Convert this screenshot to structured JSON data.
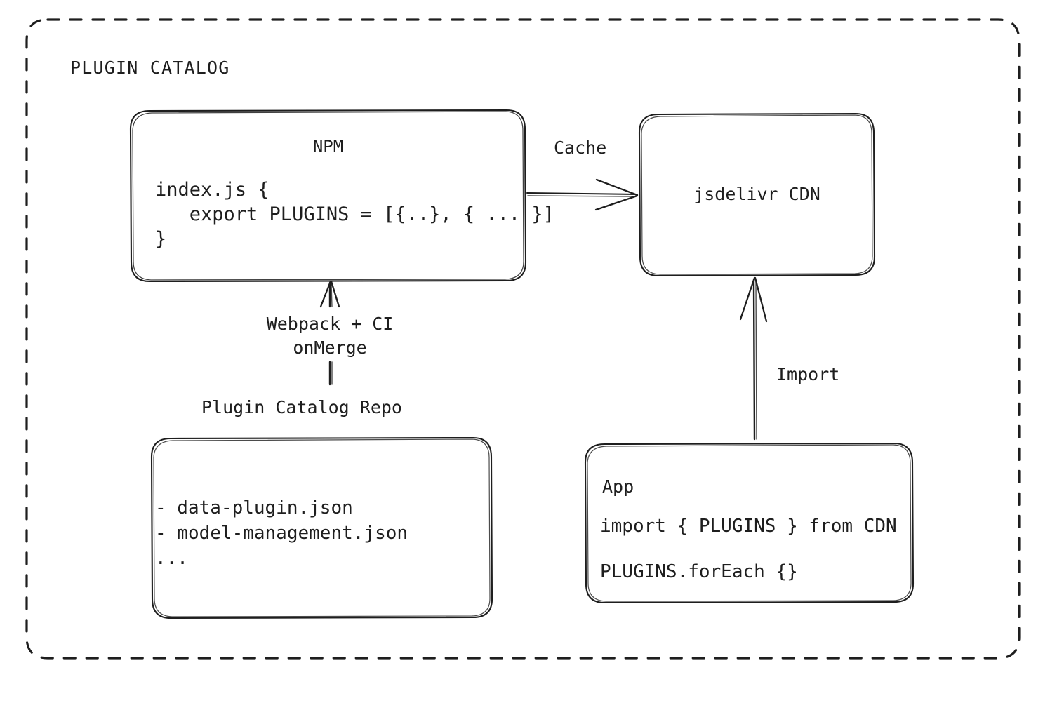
{
  "group": {
    "title": "PLUGIN CATALOG",
    "border_style": "dashed",
    "border_color": "#1e1e1e"
  },
  "nodes": {
    "npm": {
      "title": "NPM",
      "code_lines": [
        "index.js {",
        "   export PLUGINS = [{..}, { ... }]",
        "}"
      ],
      "code_text": "index.js {\n   export PLUGINS = [{..}, { ... }]\n}"
    },
    "cdn": {
      "title": "jsdelivr CDN"
    },
    "repo": {
      "caption": "Plugin Catalog Repo",
      "items": [
        "- data-plugin.json",
        "- model-management.json",
        "..."
      ],
      "items_text": "- data-plugin.json\n- model-management.json\n..."
    },
    "app": {
      "title": "App",
      "line_1": "import { PLUGINS } from CDN",
      "line_2": "PLUGINS.forEach {}"
    }
  },
  "edges": {
    "npm_to_cdn": {
      "label": "Cache",
      "direction": "right"
    },
    "repo_to_npm": {
      "label": "Webpack + CI\nonMerge",
      "direction": "up"
    },
    "app_to_cdn": {
      "label": "Import",
      "direction": "up"
    }
  },
  "colors": {
    "stroke": "#1e1e1e",
    "background": "#ffffff",
    "text": "#1e1e1e"
  }
}
